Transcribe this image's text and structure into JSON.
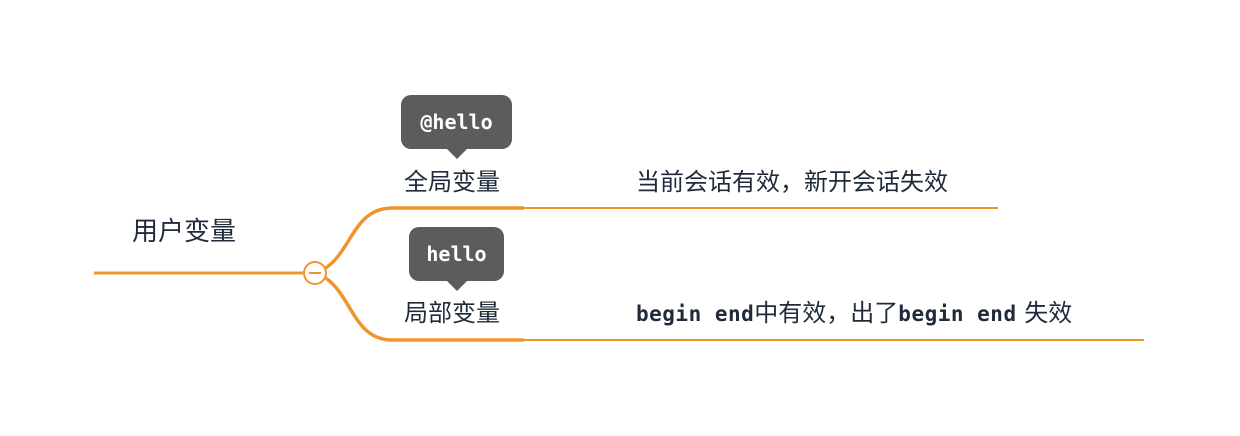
{
  "mindmap": {
    "root": {
      "label": "用户变量"
    },
    "branches": [
      {
        "label": "全局变量",
        "badge": "@hello",
        "note": "当前会话有效，新开会话失效"
      },
      {
        "label": "局部变量",
        "badge": "hello",
        "note": {
          "part1": "begin end",
          "part2": "中有效，出了",
          "part3": "begin end",
          "part4": " 失效"
        }
      }
    ]
  },
  "colors": {
    "connector": "#f0952b",
    "badge_bg": "#5c5c5c",
    "text": "#1f2a3a"
  },
  "icons": {
    "collapse": "minus-circle-icon"
  }
}
